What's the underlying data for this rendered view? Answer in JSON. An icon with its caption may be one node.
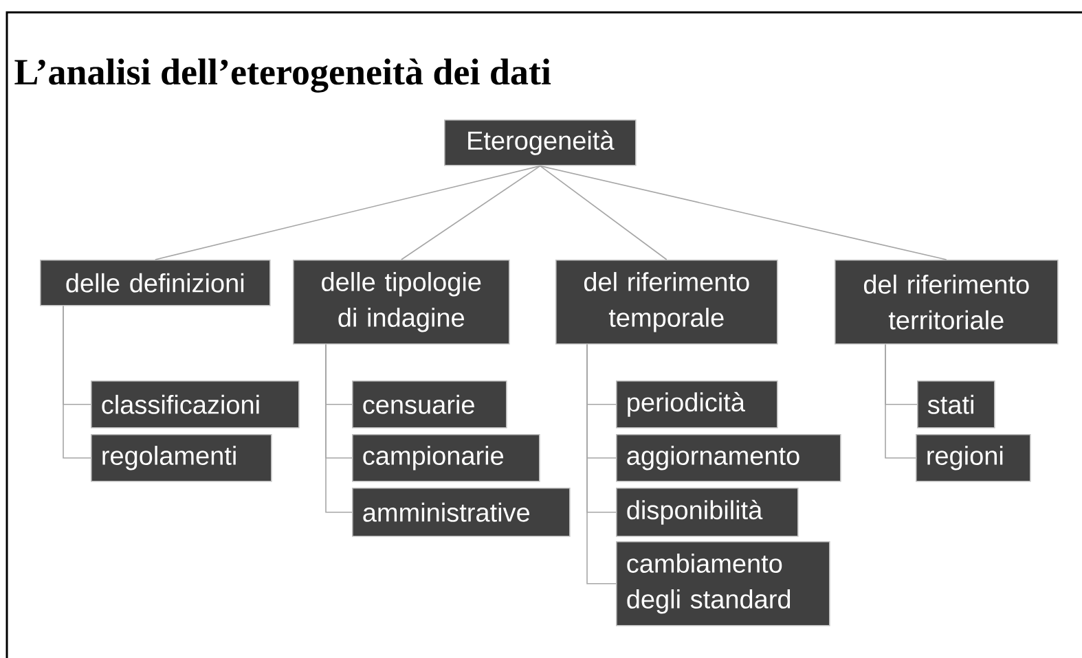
{
  "diagram": {
    "title": "L’analisi dell’eterogeneità dei dati",
    "nodes": [
      {
        "text": [
          "Eterogeneità"
        ]
      },
      {
        "text": [
          "delle definizioni"
        ]
      },
      {
        "text": [
          "delle tipologie di indagine"
        ]
      },
      {
        "text": [
          "del riferimento temporale"
        ]
      },
      {
        "text": [
          "del riferimento territoriale"
        ]
      },
      {
        "text": [
          "classificazioni"
        ]
      },
      {
        "text": [
          "regolamenti"
        ]
      },
      {
        "text": [
          "censuarie"
        ]
      },
      {
        "text": [
          "campionarie"
        ]
      },
      {
        "text": [
          "amministrative"
        ]
      },
      {
        "text": [
          "periodicità"
        ]
      },
      {
        "text": [
          "aggiornamento"
        ]
      },
      {
        "text": [
          "disponibilità"
        ]
      },
      {
        "text": [
          "cambiamento degli standard"
        ]
      },
      {
        "text": [
          "stati"
        ]
      },
      {
        "text": [
          "regioni"
        ]
      }
    ],
    "edges": [
      {
        "from": 0,
        "to": 1,
        "arrow": "none"
      },
      {
        "from": 0,
        "to": 2,
        "arrow": "none"
      },
      {
        "from": 0,
        "to": 3,
        "arrow": "none"
      },
      {
        "from": 0,
        "to": 4,
        "arrow": "none"
      },
      {
        "from": 1,
        "to": 5,
        "arrow": "none"
      },
      {
        "from": 1,
        "to": 6,
        "arrow": "none"
      },
      {
        "from": 2,
        "to": 7,
        "arrow": "none"
      },
      {
        "from": 2,
        "to": 8,
        "arrow": "none"
      },
      {
        "from": 2,
        "to": 9,
        "arrow": "none"
      },
      {
        "from": 3,
        "to": 10,
        "arrow": "none"
      },
      {
        "from": 3,
        "to": 11,
        "arrow": "none"
      },
      {
        "from": 3,
        "to": 12,
        "arrow": "none"
      },
      {
        "from": 3,
        "to": 13,
        "arrow": "none"
      },
      {
        "from": 4,
        "to": 14,
        "arrow": "none"
      },
      {
        "from": 4,
        "to": 15,
        "arrow": "none"
      }
    ]
  }
}
